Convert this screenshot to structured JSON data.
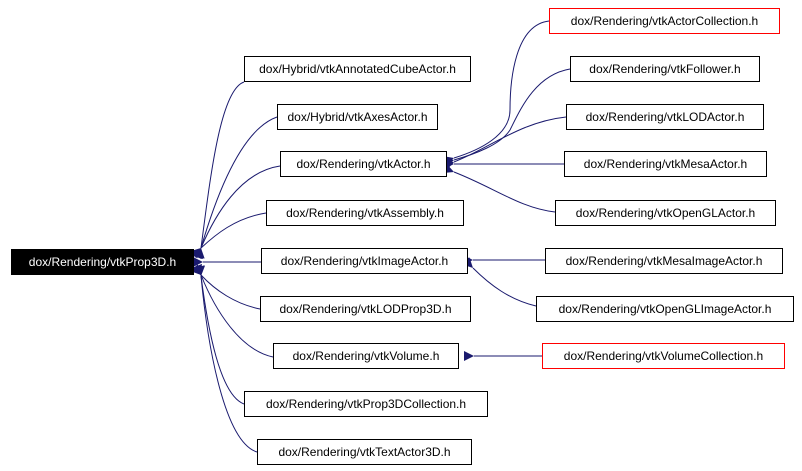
{
  "diagram": {
    "root": "dox/Rendering/vtkProp3D.h",
    "level1": [
      "dox/Hybrid/vtkAnnotatedCubeActor.h",
      "dox/Hybrid/vtkAxesActor.h",
      "dox/Rendering/vtkActor.h",
      "dox/Rendering/vtkAssembly.h",
      "dox/Rendering/vtkImageActor.h",
      "dox/Rendering/vtkLODProp3D.h",
      "dox/Rendering/vtkVolume.h",
      "dox/Rendering/vtkProp3DCollection.h",
      "dox/Rendering/vtkTextActor3D.h"
    ],
    "actor_children": [
      "dox/Rendering/vtkActorCollection.h",
      "dox/Rendering/vtkFollower.h",
      "dox/Rendering/vtkLODActor.h",
      "dox/Rendering/vtkMesaActor.h",
      "dox/Rendering/vtkOpenGLActor.h"
    ],
    "image_actor_children": [
      "dox/Rendering/vtkMesaImageActor.h",
      "dox/Rendering/vtkOpenGLImageActor.h"
    ],
    "volume_children": [
      "dox/Rendering/vtkVolumeCollection.h"
    ],
    "colors": {
      "edge": "#1a1a6e",
      "arrow": "#1a1a6e",
      "node_border": "#000000",
      "missing_border": "#ff0000",
      "root_fill": "#000000",
      "root_text": "#ffffff"
    }
  }
}
